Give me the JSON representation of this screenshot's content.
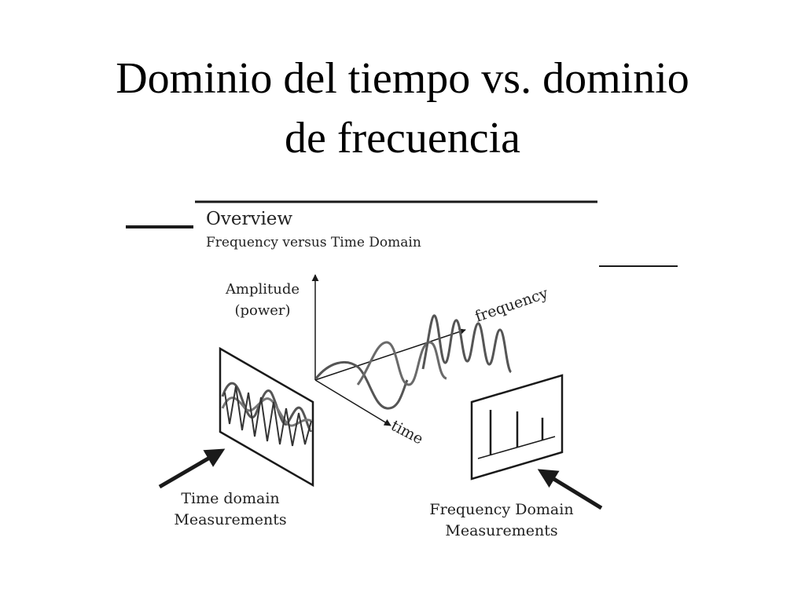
{
  "slide": {
    "title_line1": "Dominio del tiempo vs. dominio",
    "title_line2": "de frecuencia"
  },
  "figure": {
    "heading": "Overview",
    "subheading": "Frequency versus Time Domain",
    "amplitude_label_line1": "Amplitude",
    "amplitude_label_line2": "(power)",
    "frequency_axis_label": "frequency",
    "time_axis_label": "time",
    "time_caption_line1": "Time domain",
    "time_caption_line2": "Measurements",
    "freq_caption_line1": "Frequency Domain",
    "freq_caption_line2": "Measurements",
    "colors": {
      "ink": "#1a1a1a",
      "waveform": "#555555"
    }
  }
}
